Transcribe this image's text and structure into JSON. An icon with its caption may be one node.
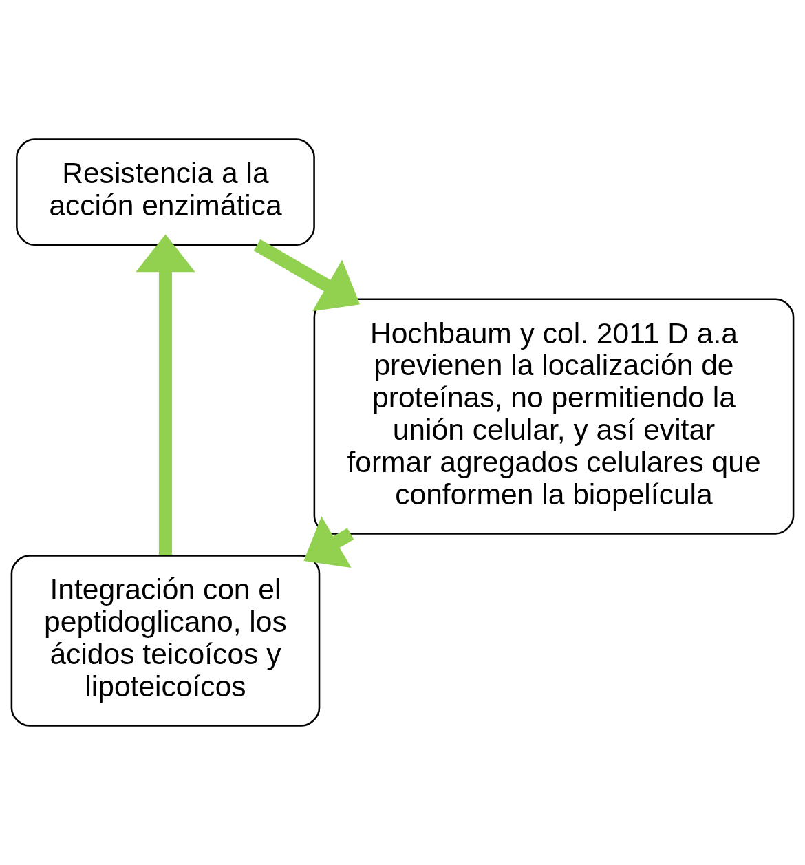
{
  "diagram": {
    "nodes": [
      {
        "text": [
          "Integración con el peptidoglicano, los ácidos teicoícos y lipoteicoícos"
        ]
      },
      {
        "text": [
          "Resistencia a la acción enzimática"
        ]
      },
      {
        "text": [
          "Hochbaum y col. 2011 D a.a previenen la localización de proteínas, no permitiendo la unión celular, y así evitar formar agregados celulares que conformen la biopelícula"
        ]
      }
    ],
    "edges": [
      {
        "from": 0,
        "to": 1,
        "arrow": "to"
      },
      {
        "from": 1,
        "to": 2,
        "arrow": "to"
      },
      {
        "from": 2,
        "to": 0,
        "arrow": "to"
      }
    ]
  }
}
